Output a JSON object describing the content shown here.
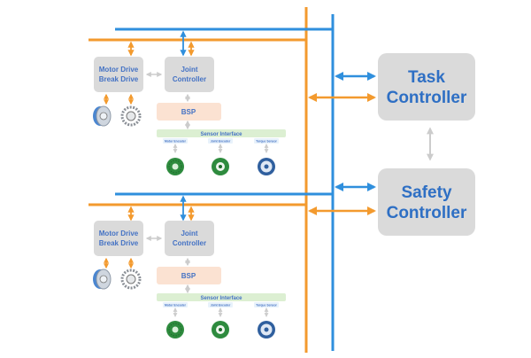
{
  "colors": {
    "bus_orange": "#f39a2e",
    "bus_blue": "#2f8fdd",
    "box_gray": "#dadada",
    "bsp_peach": "#fbe2d2",
    "sensor_green": "#dcefd2",
    "text_blue": "#3c70c0",
    "gray_arrow": "#cccccc"
  },
  "task_controller": {
    "line1": "Task",
    "line2": "Controller"
  },
  "safety_controller": {
    "line1": "Safety",
    "line2": "Controller"
  },
  "joint_modules": [
    {
      "motor_drive": {
        "line1": "Motor Drive",
        "line2": "Break Drive"
      },
      "joint_controller": {
        "line1": "Joint",
        "line2": "Controller"
      },
      "bsp": "BSP",
      "sensor_interface": "Sensor Interface",
      "sensors": [
        "Motor Encoder",
        "Joint Encoder",
        "Torque Sensor"
      ],
      "sensor_icons": [
        "encoder-disc-icon",
        "encoder-ring-icon",
        "torque-sensor-icon"
      ],
      "motor_icons": [
        "motor-icon",
        "brake-icon"
      ]
    },
    {
      "motor_drive": {
        "line1": "Motor Drive",
        "line2": "Break Drive"
      },
      "joint_controller": {
        "line1": "Joint",
        "line2": "Controller"
      },
      "bsp": "BSP",
      "sensor_interface": "Sensor Interface",
      "sensors": [
        "Motor Encoder",
        "Joint Encoder",
        "Torque Sensor"
      ],
      "sensor_icons": [
        "encoder-disc-icon",
        "encoder-ring-icon",
        "torque-sensor-icon"
      ],
      "motor_icons": [
        "motor-icon",
        "brake-icon"
      ]
    }
  ]
}
